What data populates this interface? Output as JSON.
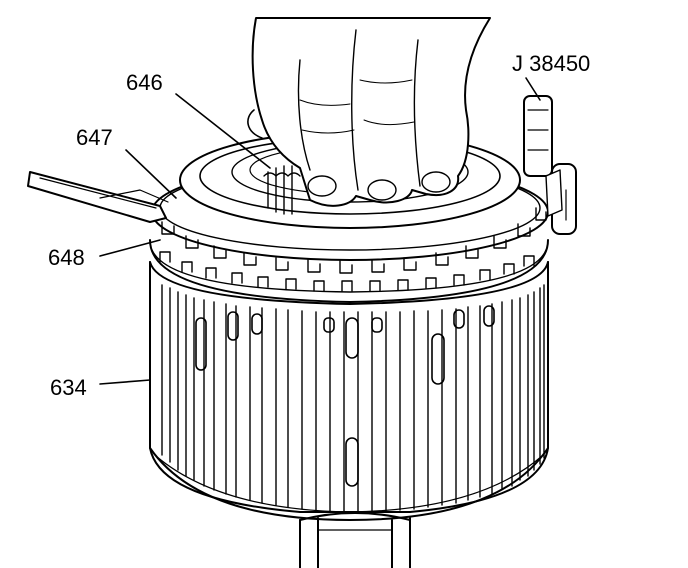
{
  "labels": {
    "part_646": "646",
    "part_647": "647",
    "part_648": "648",
    "part_634": "634",
    "tool": "J 38450"
  },
  "colors": {
    "ink": "#000000",
    "paper": "#ffffff"
  }
}
